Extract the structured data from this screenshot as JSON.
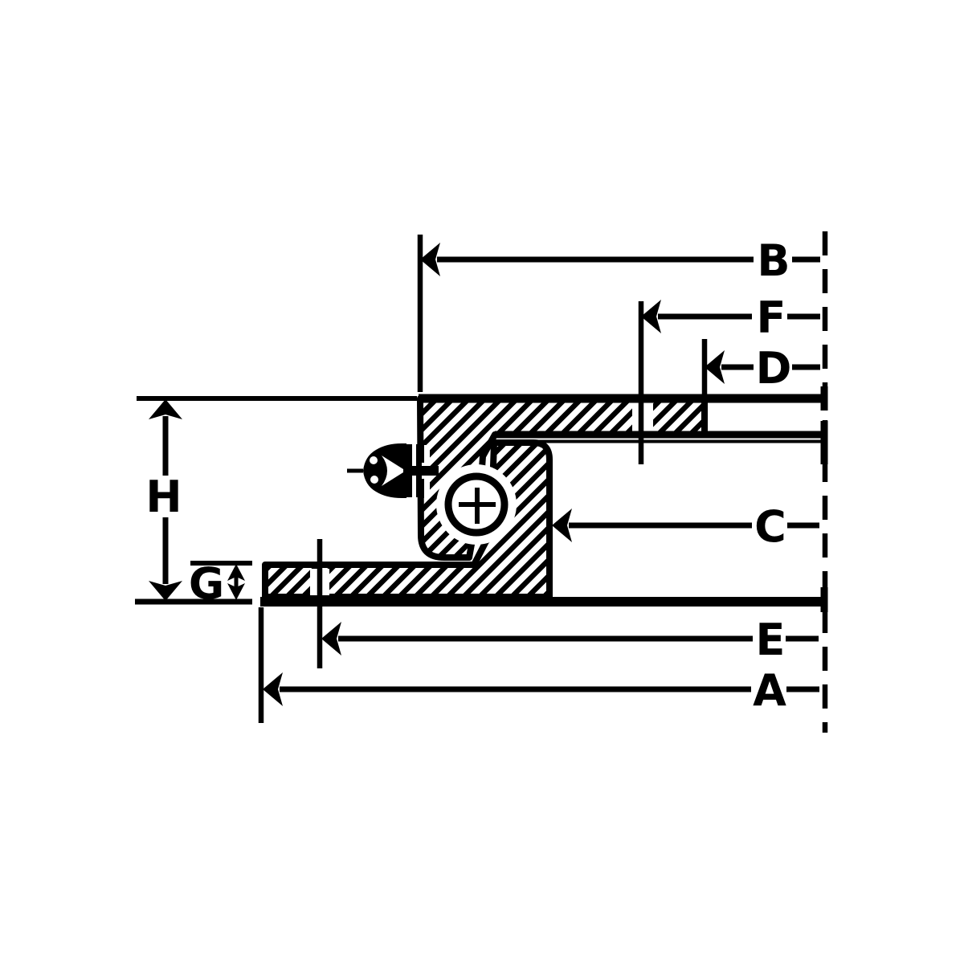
{
  "drawing": {
    "background_color": "#ffffff",
    "ink_color": "#000000",
    "dimension_labels": {
      "A": "A",
      "B": "B",
      "C": "C",
      "D": "D",
      "E": "E",
      "F": "F",
      "G": "G",
      "H": "H"
    },
    "icons": {
      "ball": "bearing-ball-icon",
      "grease_fitting": "grease-zerk-icon",
      "centerline": "axis-centerline"
    }
  }
}
